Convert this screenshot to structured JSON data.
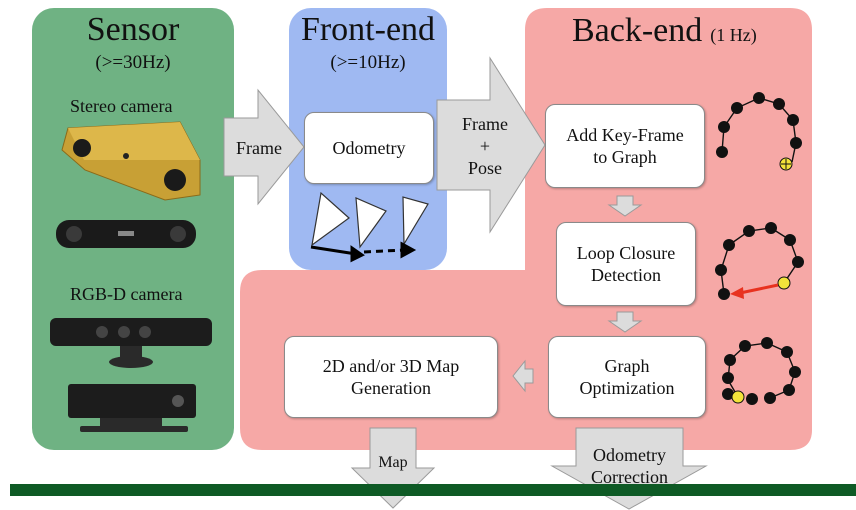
{
  "sensor": {
    "title": "Sensor",
    "rate": "(>=30Hz)",
    "stereo_label": "Stereo camera",
    "rgbd_label": "RGB-D camera"
  },
  "frontend": {
    "title": "Front-end",
    "rate": "(>=10Hz)",
    "odometry": "Odometry"
  },
  "backend": {
    "title": "Back-end",
    "rate": "(1 Hz)",
    "add_keyframe": "Add Key-Frame\nto Graph",
    "loop_closure": "Loop Closure\nDetection",
    "graph_opt": "Graph\nOptimization",
    "map_gen": "2D and/or 3D Map\nGeneration"
  },
  "arrows": {
    "frame": "Frame",
    "frame_pose": "Frame\n+\nPose",
    "map": "Map",
    "odom_correction": "Odometry\nCorrection"
  },
  "colors": {
    "sensor_bg": "#6fb283",
    "frontend_bg": "#9fb9f2",
    "backend_bg": "#f6a8a6",
    "arrow_fill": "#dcdcdc",
    "bottom_line": "#0e5a25",
    "node": "#111111",
    "highlight": "#f2e33a",
    "loop_arrow": "#e8321f"
  }
}
